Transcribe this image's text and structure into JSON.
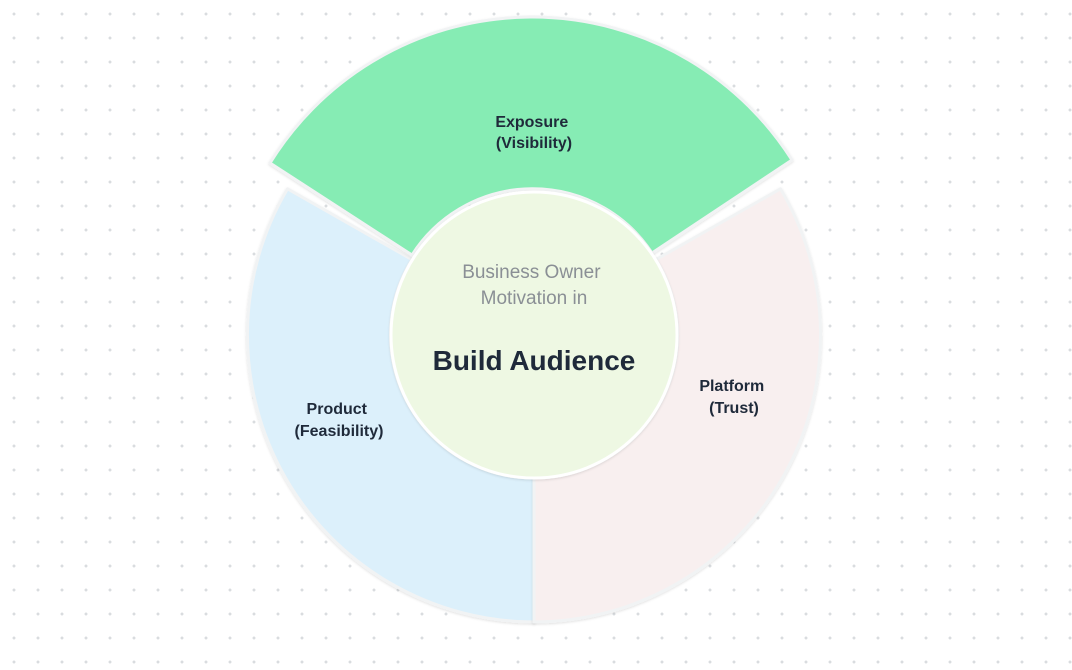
{
  "center": {
    "line1": "Business Owner",
    "line2": "Motivation in",
    "title": "Build Audience"
  },
  "segments": [
    {
      "id": "exposure",
      "line1": "Exposure",
      "line2": "(Visibility)",
      "color": "#86ecb4",
      "exploded": true
    },
    {
      "id": "platform",
      "line1": "Platform",
      "line2": "(Trust)",
      "color": "#f8efef",
      "exploded": false
    },
    {
      "id": "product",
      "line1": "Product",
      "line2": "(Feasibility)",
      "color": "#dcf0fb",
      "exploded": false
    }
  ],
  "colors": {
    "center_fill": "#eef8e3",
    "outline": "#f1f3f4",
    "text_dark": "#1f2a3a",
    "text_muted": "#8a8f95"
  }
}
